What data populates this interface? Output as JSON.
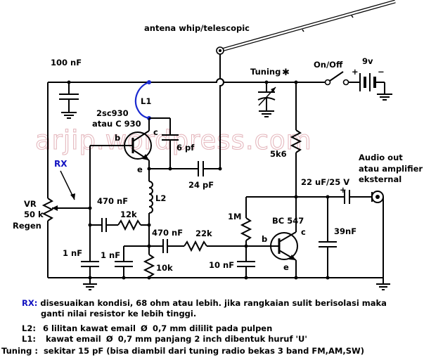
{
  "labels": {
    "antenna": "antena whip/telescopic",
    "cap_100nF": "100 nF",
    "tuning": "Tuning",
    "on_off": "On/Off",
    "battery": "9v",
    "l1": "L1",
    "q1_name": "2sc930",
    "q1_alt": "atau C 930",
    "q1_b": "b",
    "q1_c": "c",
    "q1_e": "e",
    "cap_6pf": "6 pf",
    "res_5k6": "5k6",
    "rx": "RX",
    "audio_out_1": "Audio out",
    "audio_out_2": "atau amplifier",
    "audio_out_3": "eksternal",
    "cap_24pf": "24 pF",
    "cap_22uf": "22 uF/25 V",
    "vr_1": "VR",
    "vr_2": "50 k",
    "vr_3": "Regen",
    "cap_470nf_a": "470 nF",
    "l2": "L2",
    "res_12k": "12k",
    "res_1m": "1M",
    "q2_name": "BC 547",
    "q2_b": "b",
    "q2_c": "c",
    "q2_e": "e",
    "cap_39nf": "39nF",
    "cap_470nf_b": "470 nF",
    "res_22k": "22k",
    "cap_1nf_a": "1 nF",
    "cap_1nf_b": "1 nF",
    "res_10k": "10k",
    "cap_10nf": "10 nF",
    "plus": "+",
    "minus": "−",
    "watermark": "arjip.wordpress.com"
  },
  "notes": {
    "rx_key": "RX:",
    "rx_line1": "disesuaikan kondisi, 68 ohm atau lebih. jika rangkaian sulit berisolasi maka",
    "rx_line2": "ganti nilai resistor ke lebih tinggi.",
    "l2_key": "L2:",
    "l2_a": "6 lilitan kawat email",
    "l2_b": "0,7 mm dililit pada pulpen",
    "l1_key": "L1:",
    "l1_a": "kawat email",
    "l1_b": "0,7 mm panjang 2 inch dibentuk huruf 'U'",
    "tuning_key": "Tuning :",
    "tuning_text": "sekitar 15 pF (bisa diambil dari tuning radio bekas 3 band FM,AM,SW)"
  },
  "colors": {
    "wire": "#000000",
    "highlight": "#1010c0",
    "watermark": "#e5b8be"
  }
}
